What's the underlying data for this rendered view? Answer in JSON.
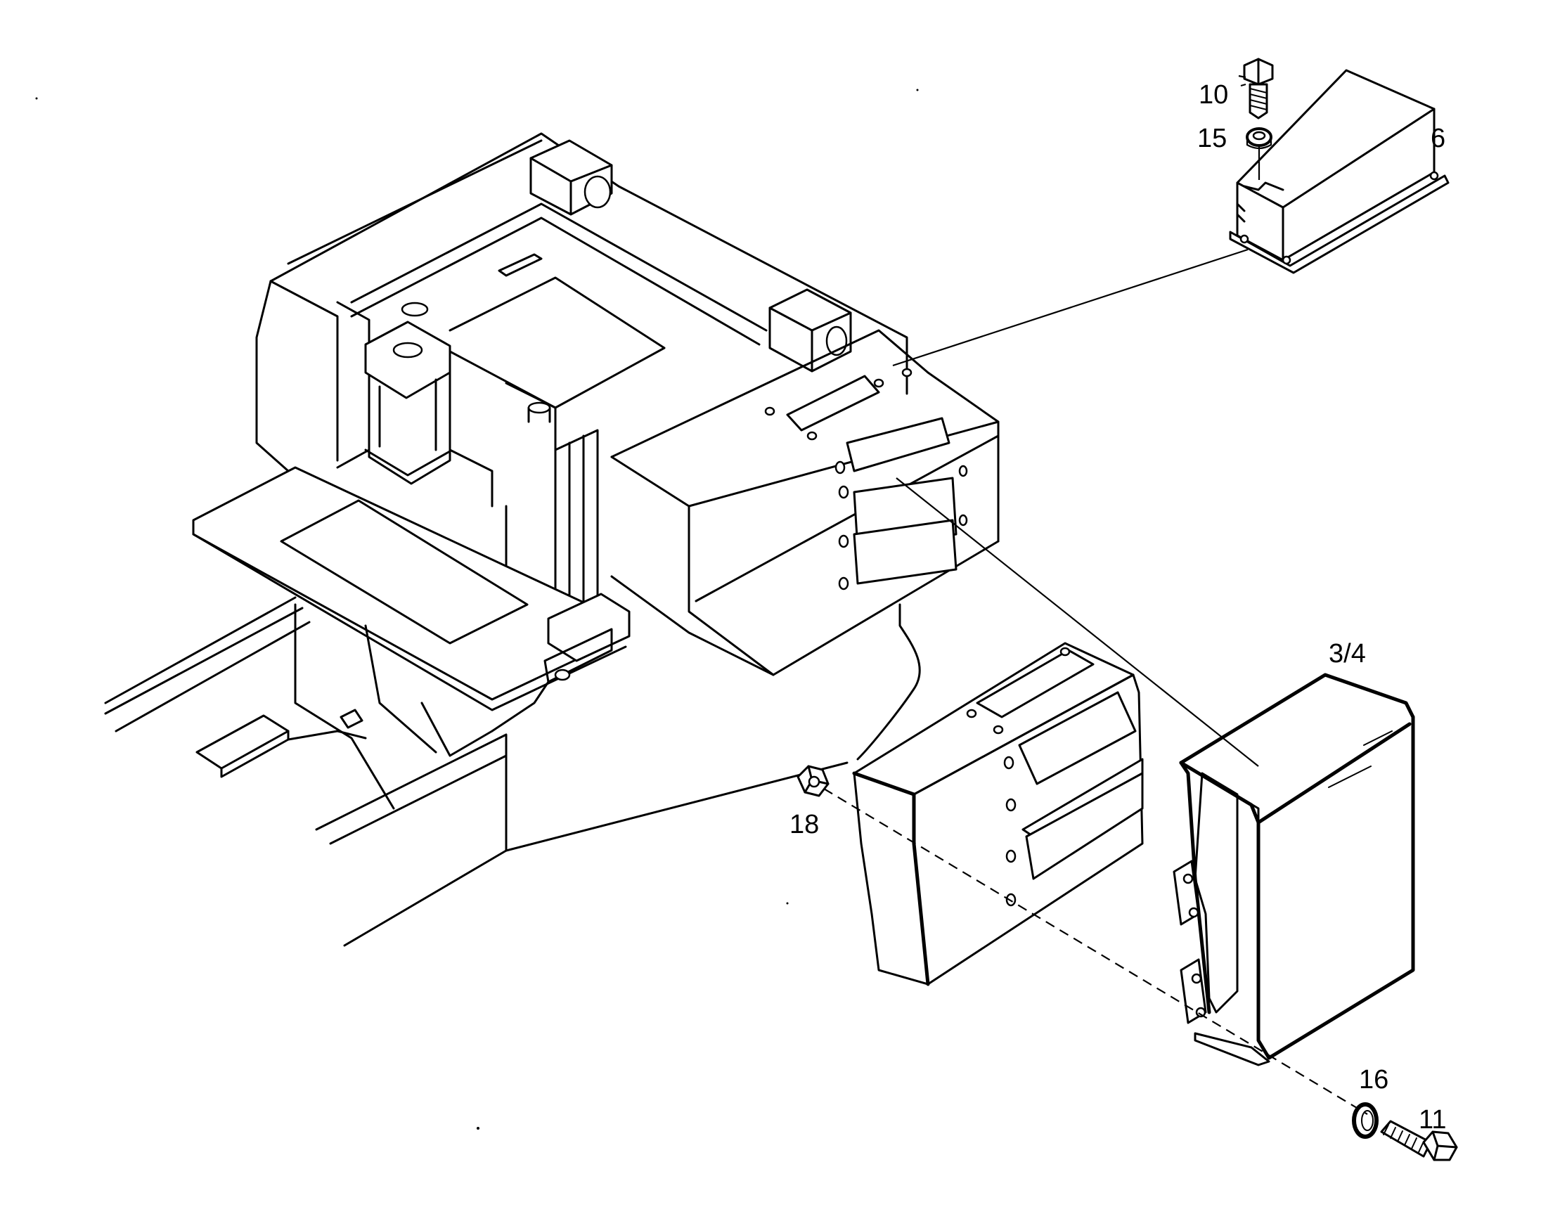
{
  "callouts": {
    "c10": "10",
    "c15": "15",
    "c6": "6",
    "c3_4": "3/4",
    "c18": "18",
    "c16": "16",
    "c11": "11"
  }
}
